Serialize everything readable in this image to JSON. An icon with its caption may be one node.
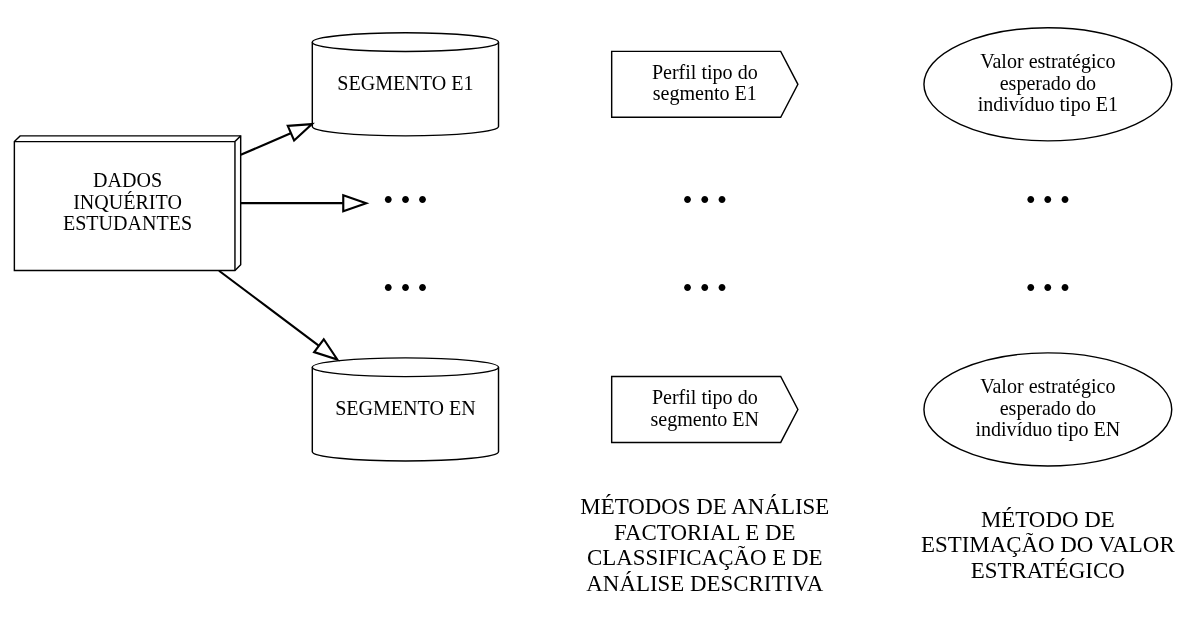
{
  "diagram": {
    "nodes": [
      {
        "text": [
          "DADOS INQUÉRITO ESTUDANTES"
        ]
      },
      {
        "text": [
          "SEGMENTO E1"
        ]
      },
      {
        "text": [
          "Perfil tipo do segmento E1"
        ]
      },
      {
        "text": [
          "Valor estratégico esperado do indivíduo tipo E1"
        ]
      },
      {
        "text": [
          "• • •"
        ]
      },
      {
        "text": [
          "SEGMENTO EN"
        ]
      },
      {
        "text": [
          "Perfil tipo do segmento EN"
        ]
      },
      {
        "text": [
          "Valor estratégico esperado do indivíduo tipo EN"
        ]
      }
    ],
    "edges": [
      {
        "from": 0,
        "to": 1,
        "arrow": "to"
      },
      {
        "from": 0,
        "to": 4,
        "arrow": "to"
      },
      {
        "from": 0,
        "to": 5,
        "arrow": "to"
      }
    ],
    "labels": [
      "• • •",
      "• • •",
      "• • •",
      "• • •",
      "• • •",
      "MÉTODOS DE ANÁLISE FACTORIAL E DE CLASSIFICAÇÃO E DE ANÁLISE DESCRITIVA",
      "MÉTODO DE ESTIMAÇÃO DO VALOR ESTRATÉGICO"
    ]
  }
}
